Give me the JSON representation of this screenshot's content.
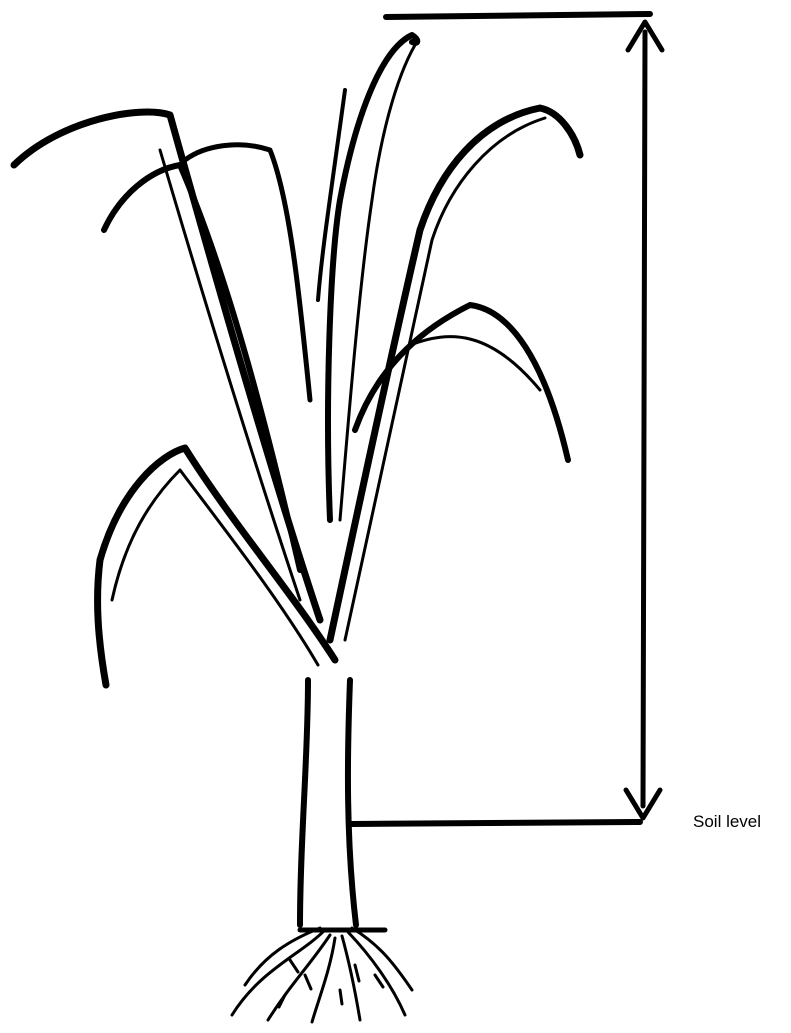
{
  "labels": {
    "soil_level": "Soil level"
  },
  "colors": {
    "ink": "#000000",
    "background": "#ffffff"
  },
  "figure": {
    "subject": "plant-with-height-marker",
    "icons": [
      "plant-drawing",
      "double-arrow-height-marker"
    ]
  }
}
